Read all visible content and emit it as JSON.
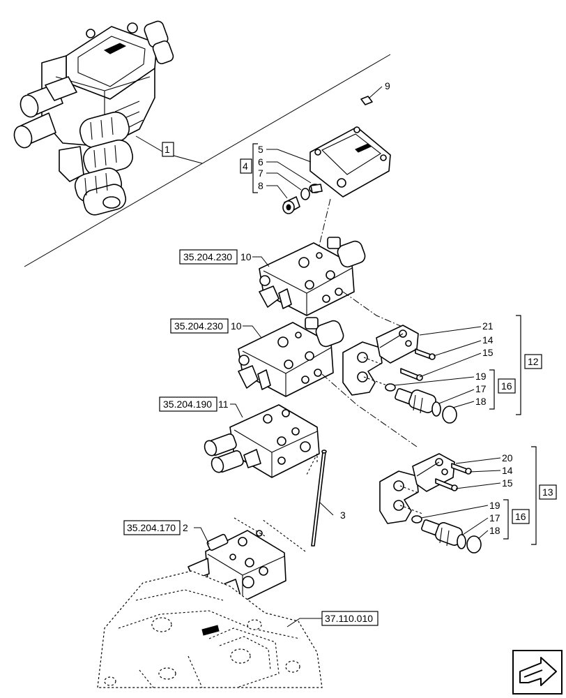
{
  "callouts": {
    "c1": "1",
    "c2": "2",
    "c3": "3",
    "c4": "4",
    "c5": "5",
    "c6": "6",
    "c7": "7",
    "c8": "8",
    "c9": "9",
    "c10a": "10",
    "c10b": "10",
    "c11": "11",
    "c12": "12",
    "c13": "13",
    "c14a": "14",
    "c14b": "14",
    "c15a": "15",
    "c15b": "15",
    "c16a": "16",
    "c16b": "16",
    "c17a": "17",
    "c17b": "17",
    "c18a": "18",
    "c18b": "18",
    "c19a": "19",
    "c19b": "19",
    "c20": "20",
    "c21": "21"
  },
  "references": {
    "ref_230_a": "35.204.230",
    "ref_230_b": "35.204.230",
    "ref_190": "35.204.190",
    "ref_170": "35.204.170",
    "ref_110": "37.110.010"
  },
  "icons": {
    "nav": "next-page-arrow-icon"
  }
}
